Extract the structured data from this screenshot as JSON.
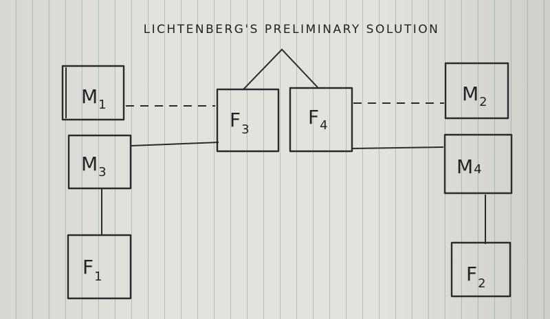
{
  "title": "LICHTENBERG'S PRELIMINARY SOLUTION",
  "nodes": [
    {
      "id": "M1",
      "letter": "M",
      "sub": "1"
    },
    {
      "id": "M2",
      "letter": "M",
      "sub": "2"
    },
    {
      "id": "M3",
      "letter": "M",
      "sub": "3"
    },
    {
      "id": "M4",
      "letter": "M",
      "sub": "4"
    },
    {
      "id": "F1",
      "letter": "F",
      "sub": "1"
    },
    {
      "id": "F2",
      "letter": "F",
      "sub": "2"
    },
    {
      "id": "F3",
      "letter": "F",
      "sub": "3"
    },
    {
      "id": "F4",
      "letter": "F",
      "sub": "4"
    }
  ],
  "edges": [
    {
      "from": "M1",
      "to": "F3",
      "style": "dashed"
    },
    {
      "from": "F4",
      "to": "M2",
      "style": "dashed"
    },
    {
      "from": "M3",
      "to": "F3",
      "style": "solid"
    },
    {
      "from": "F4",
      "to": "M4",
      "style": "solid"
    },
    {
      "from": "M3",
      "to": "F1",
      "style": "solid"
    },
    {
      "from": "M4",
      "to": "F2",
      "style": "solid"
    },
    {
      "from": "F3",
      "to": "F4",
      "style": "solid-peak"
    }
  ]
}
